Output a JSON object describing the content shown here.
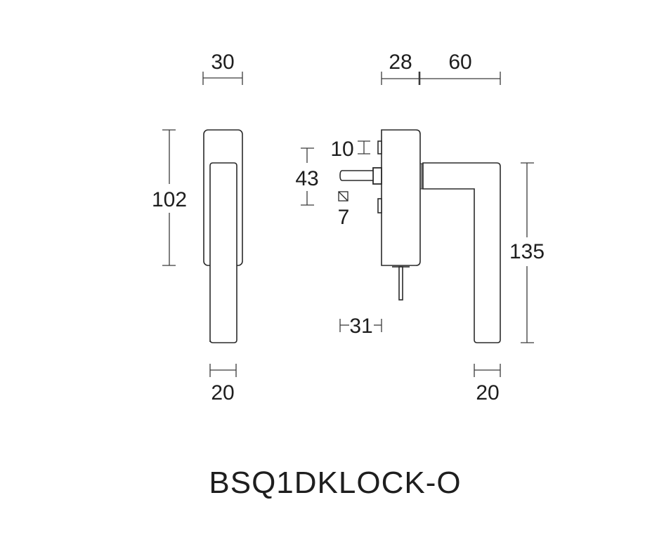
{
  "drawing": {
    "title": "BSQ1DKLOCK-O",
    "stroke_color": "#2a2a2a",
    "text_color": "#1e1e1e",
    "background": "#ffffff",
    "front_view": {
      "width_top": "30",
      "height": "102",
      "width_bottom": "20"
    },
    "side_view": {
      "rose_depth": "28",
      "handle_projection": "60",
      "screw_spacing": "10",
      "spindle_offset": "43",
      "spindle_square": "7",
      "spindle_length": "31",
      "lever_length": "135",
      "lever_width": "20"
    }
  }
}
